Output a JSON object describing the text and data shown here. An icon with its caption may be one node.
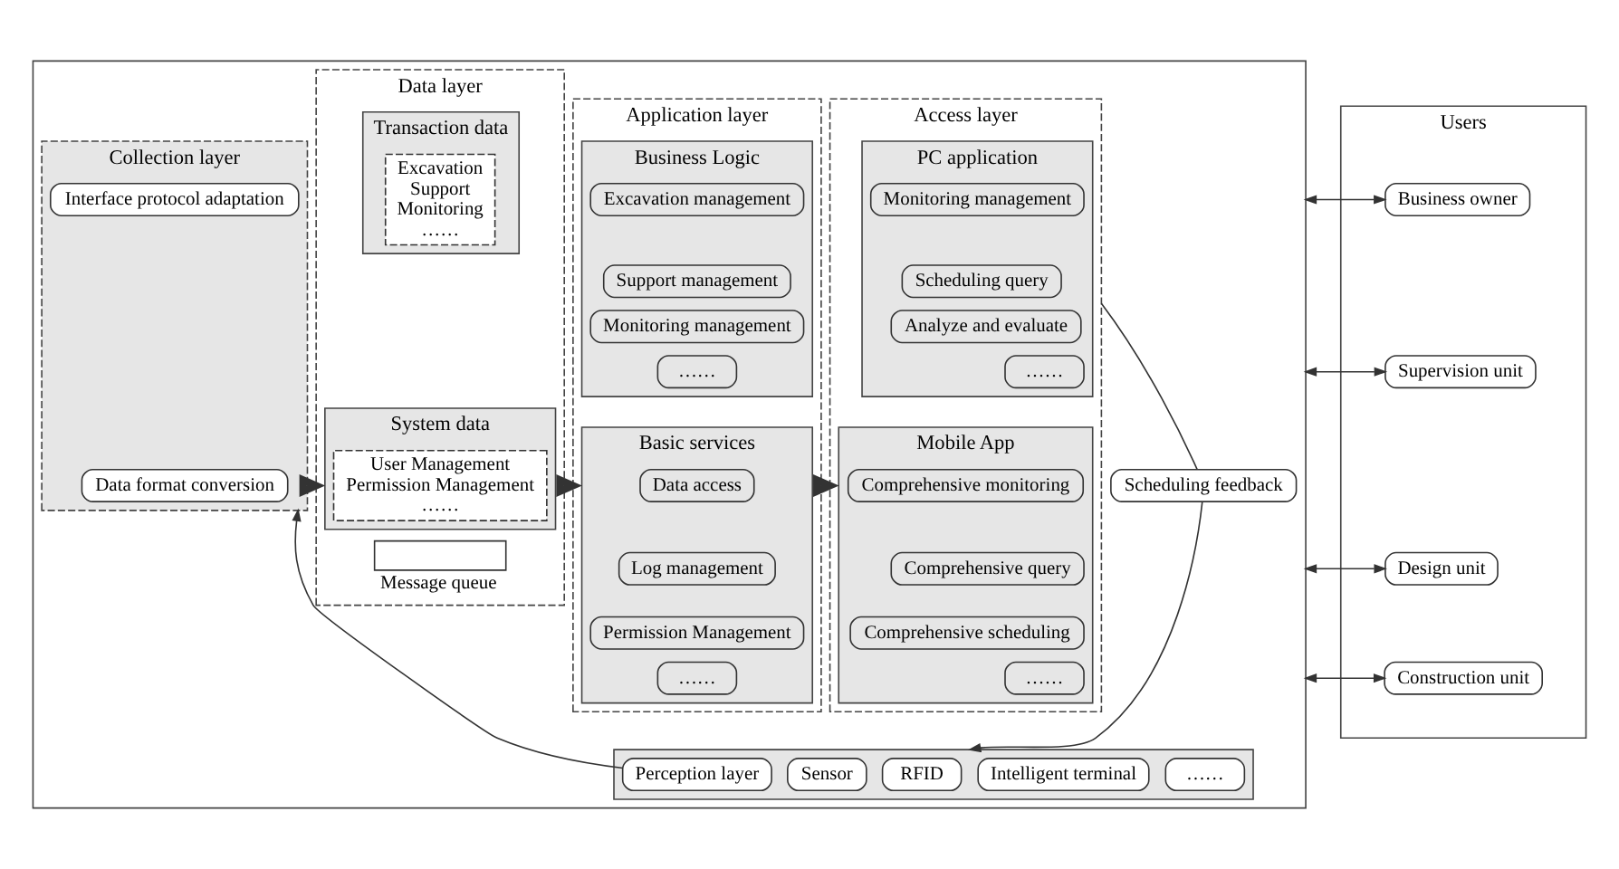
{
  "diagram": {
    "nodes": [
      {
        "text": [],
        "shape": "box"
      },
      {
        "text": [
          "Collection layer"
        ],
        "in": 0
      },
      {
        "text": [
          "Interface protocol adaptation"
        ],
        "in": 1
      },
      {
        "text": [
          "Data format conversion"
        ],
        "in": 1
      },
      {
        "text": [
          "Data layer"
        ],
        "in": 0
      },
      {
        "text": [
          "Transaction data"
        ],
        "in": 4
      },
      {
        "text": [
          "Excavation",
          "Support",
          "Monitoring",
          "……"
        ],
        "in": 5
      },
      {
        "text": [
          "System data"
        ],
        "in": 4
      },
      {
        "text": [
          "User Management",
          "Permission Management",
          "……"
        ],
        "in": 7
      },
      {
        "text": [],
        "shape": "box",
        "in": 4,
        "beside": [
          "Message queue"
        ]
      },
      {
        "text": [
          "Application layer"
        ],
        "in": 0
      },
      {
        "text": [
          "Business Logic"
        ],
        "in": 10
      },
      {
        "text": [
          "Excavation management"
        ],
        "in": 11
      },
      {
        "text": [
          "Support management"
        ],
        "in": 11
      },
      {
        "text": [
          "Monitoring management"
        ],
        "in": 11
      },
      {
        "text": [
          "……"
        ],
        "in": 11
      },
      {
        "text": [
          "Basic services"
        ],
        "in": 10
      },
      {
        "text": [
          "Data access"
        ],
        "in": 16
      },
      {
        "text": [
          "Log management"
        ],
        "in": 16
      },
      {
        "text": [
          "Permission Management"
        ],
        "in": 16
      },
      {
        "text": [
          "……"
        ],
        "in": 16
      },
      {
        "text": [
          "Access layer"
        ],
        "in": 0
      },
      {
        "text": [
          "PC application"
        ],
        "in": 21
      },
      {
        "text": [
          "Monitoring management"
        ],
        "in": 22
      },
      {
        "text": [
          "Scheduling query"
        ],
        "in": 22
      },
      {
        "text": [
          "Analyze and evaluate"
        ],
        "in": 22
      },
      {
        "text": [
          "……"
        ],
        "in": 22
      },
      {
        "text": [
          "Mobile App"
        ],
        "in": 21
      },
      {
        "text": [
          "Comprehensive monitoring"
        ],
        "in": 27
      },
      {
        "text": [
          "Comprehensive query"
        ],
        "in": 27
      },
      {
        "text": [
          "Comprehensive scheduling"
        ],
        "in": 27
      },
      {
        "text": [
          "……"
        ],
        "in": 27
      },
      {
        "text": [
          "Scheduling feedback"
        ],
        "in": 0
      },
      {
        "text": [],
        "shape": "box",
        "in": 0
      },
      {
        "text": [
          "Perception layer"
        ],
        "in": 33
      },
      {
        "text": [
          "Sensor"
        ],
        "in": 33
      },
      {
        "text": [
          "RFID"
        ],
        "in": 33
      },
      {
        "text": [
          "Intelligent terminal"
        ],
        "in": 33
      },
      {
        "text": [
          "……"
        ],
        "in": 33
      },
      {
        "text": [
          "Users"
        ]
      },
      {
        "text": [
          "Business owner"
        ],
        "in": 39
      },
      {
        "text": [
          "Supervision unit"
        ],
        "in": 39
      },
      {
        "text": [
          "Design unit"
        ],
        "in": 39
      },
      {
        "text": [
          "Construction unit"
        ],
        "in": 39
      }
    ],
    "edges": [
      {
        "from": 34,
        "to": 1,
        "arrow": "to"
      },
      {
        "from": 1,
        "to": 4,
        "arrow": "to",
        "style": "thick"
      },
      {
        "from": 4,
        "to": 10,
        "arrow": "to",
        "style": "thick"
      },
      {
        "from": 10,
        "to": 21,
        "arrow": "to",
        "style": "thick"
      },
      {
        "from": 21,
        "to": 32,
        "arrow": "none"
      },
      {
        "from": 32,
        "to": 33,
        "arrow": "to"
      },
      {
        "from": 0,
        "to": 40,
        "arrow": "both"
      },
      {
        "from": 0,
        "to": 41,
        "arrow": "both"
      },
      {
        "from": 0,
        "to": 42,
        "arrow": "both"
      },
      {
        "from": 0,
        "to": 43,
        "arrow": "both"
      }
    ]
  }
}
